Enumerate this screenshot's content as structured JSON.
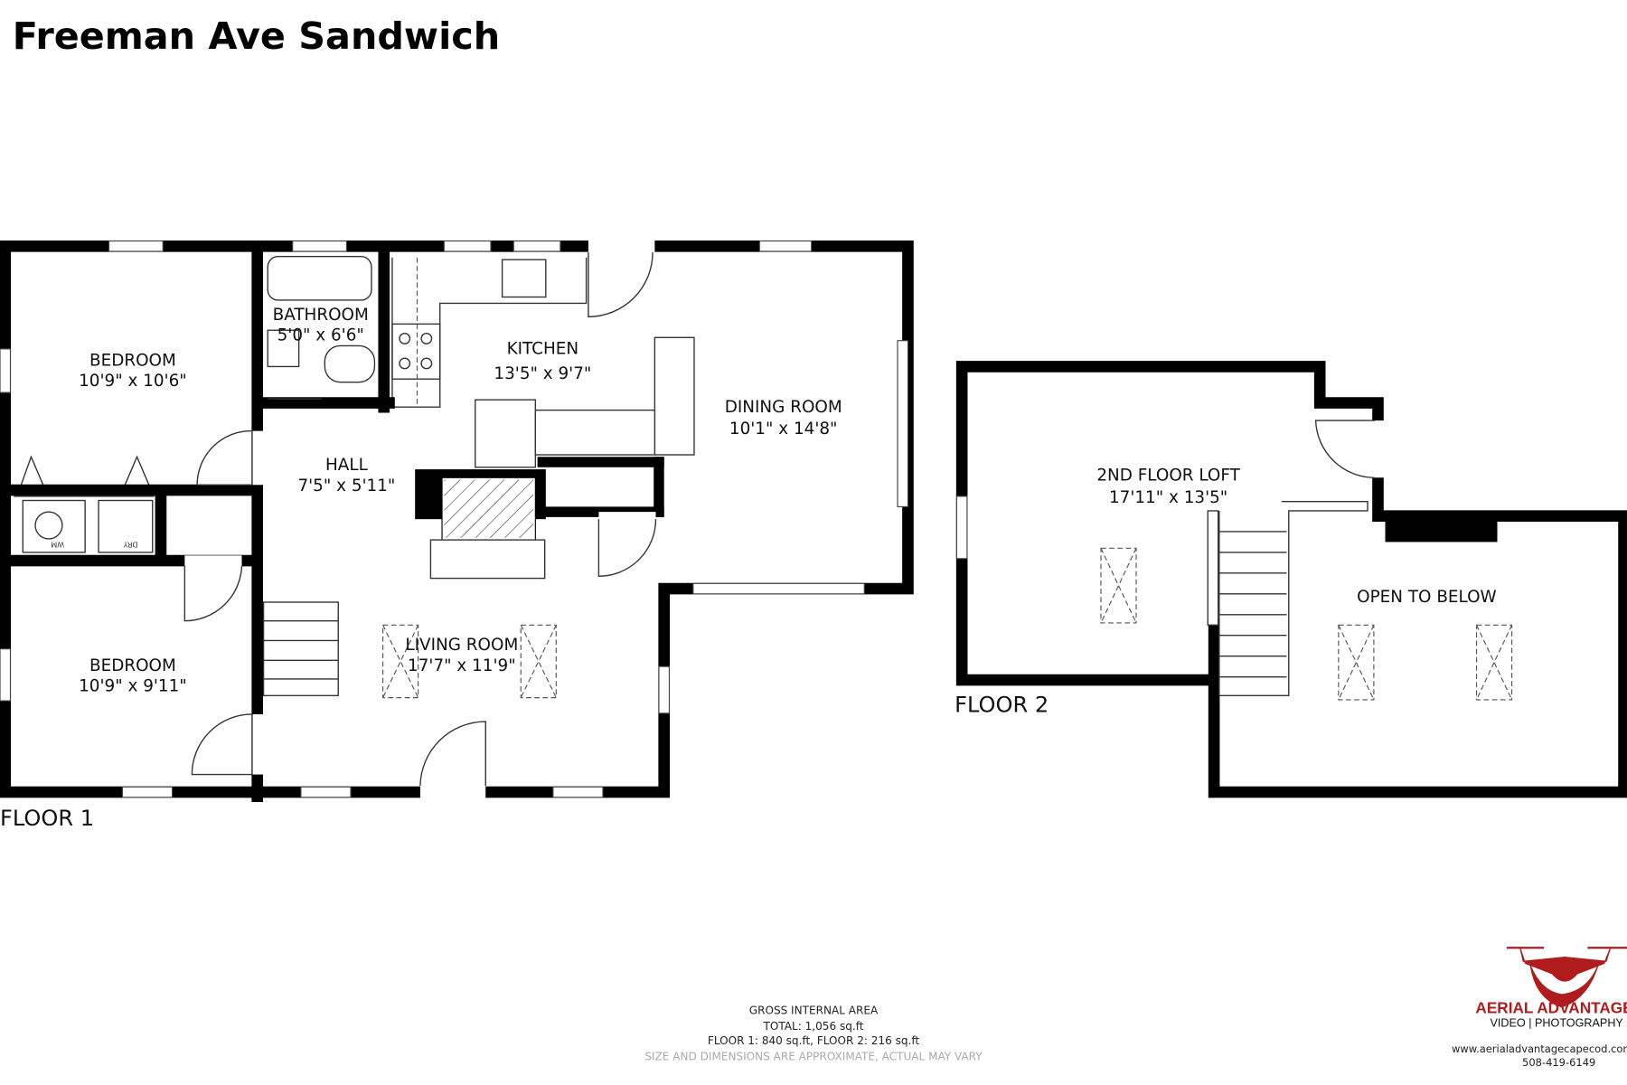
{
  "title": "Freeman Ave Sandwich",
  "floor1": {
    "label": "FLOOR 1",
    "rooms": [
      {
        "name": "BEDROOM",
        "dims": "10'9\" x 10'6\""
      },
      {
        "name": "BATHROOM",
        "dims": "5'0\" x 6'6\""
      },
      {
        "name": "KITCHEN",
        "dims": "13'5\" x 9'7\""
      },
      {
        "name": "DINING ROOM",
        "dims": "10'1\" x 14'8\""
      },
      {
        "name": "HALL",
        "dims": "7'5\" x 5'11\""
      },
      {
        "name": "BEDROOM",
        "dims": "10'9\" x 9'11\""
      },
      {
        "name": "LIVING ROOM",
        "dims": "17'7\" x 11'9\""
      }
    ],
    "appliances": {
      "washer": "WM",
      "dryer": "DRY"
    }
  },
  "floor2": {
    "label": "FLOOR 2",
    "rooms": [
      {
        "name": "2ND FLOOR LOFT",
        "dims": "17'11\" x 13'5\""
      },
      {
        "name": "OPEN TO BELOW",
        "dims": ""
      }
    ]
  },
  "area": {
    "heading": "GROSS INTERNAL AREA",
    "total": "TOTAL: 1,056 sq.ft",
    "floors": "FLOOR 1: 840 sq.ft, FLOOR 2: 216 sq.ft",
    "disclaimer": "SIZE AND DIMENSIONS ARE APPROXIMATE, ACTUAL MAY VARY"
  },
  "logo": {
    "brand": "AERIAL ADVANTAGE",
    "tagline": "VIDEO | PHOTOGRAPHY",
    "website": "www.aerialadvantagecapecod.com",
    "phone": "508-419-6149",
    "color": "#b01c1c"
  }
}
